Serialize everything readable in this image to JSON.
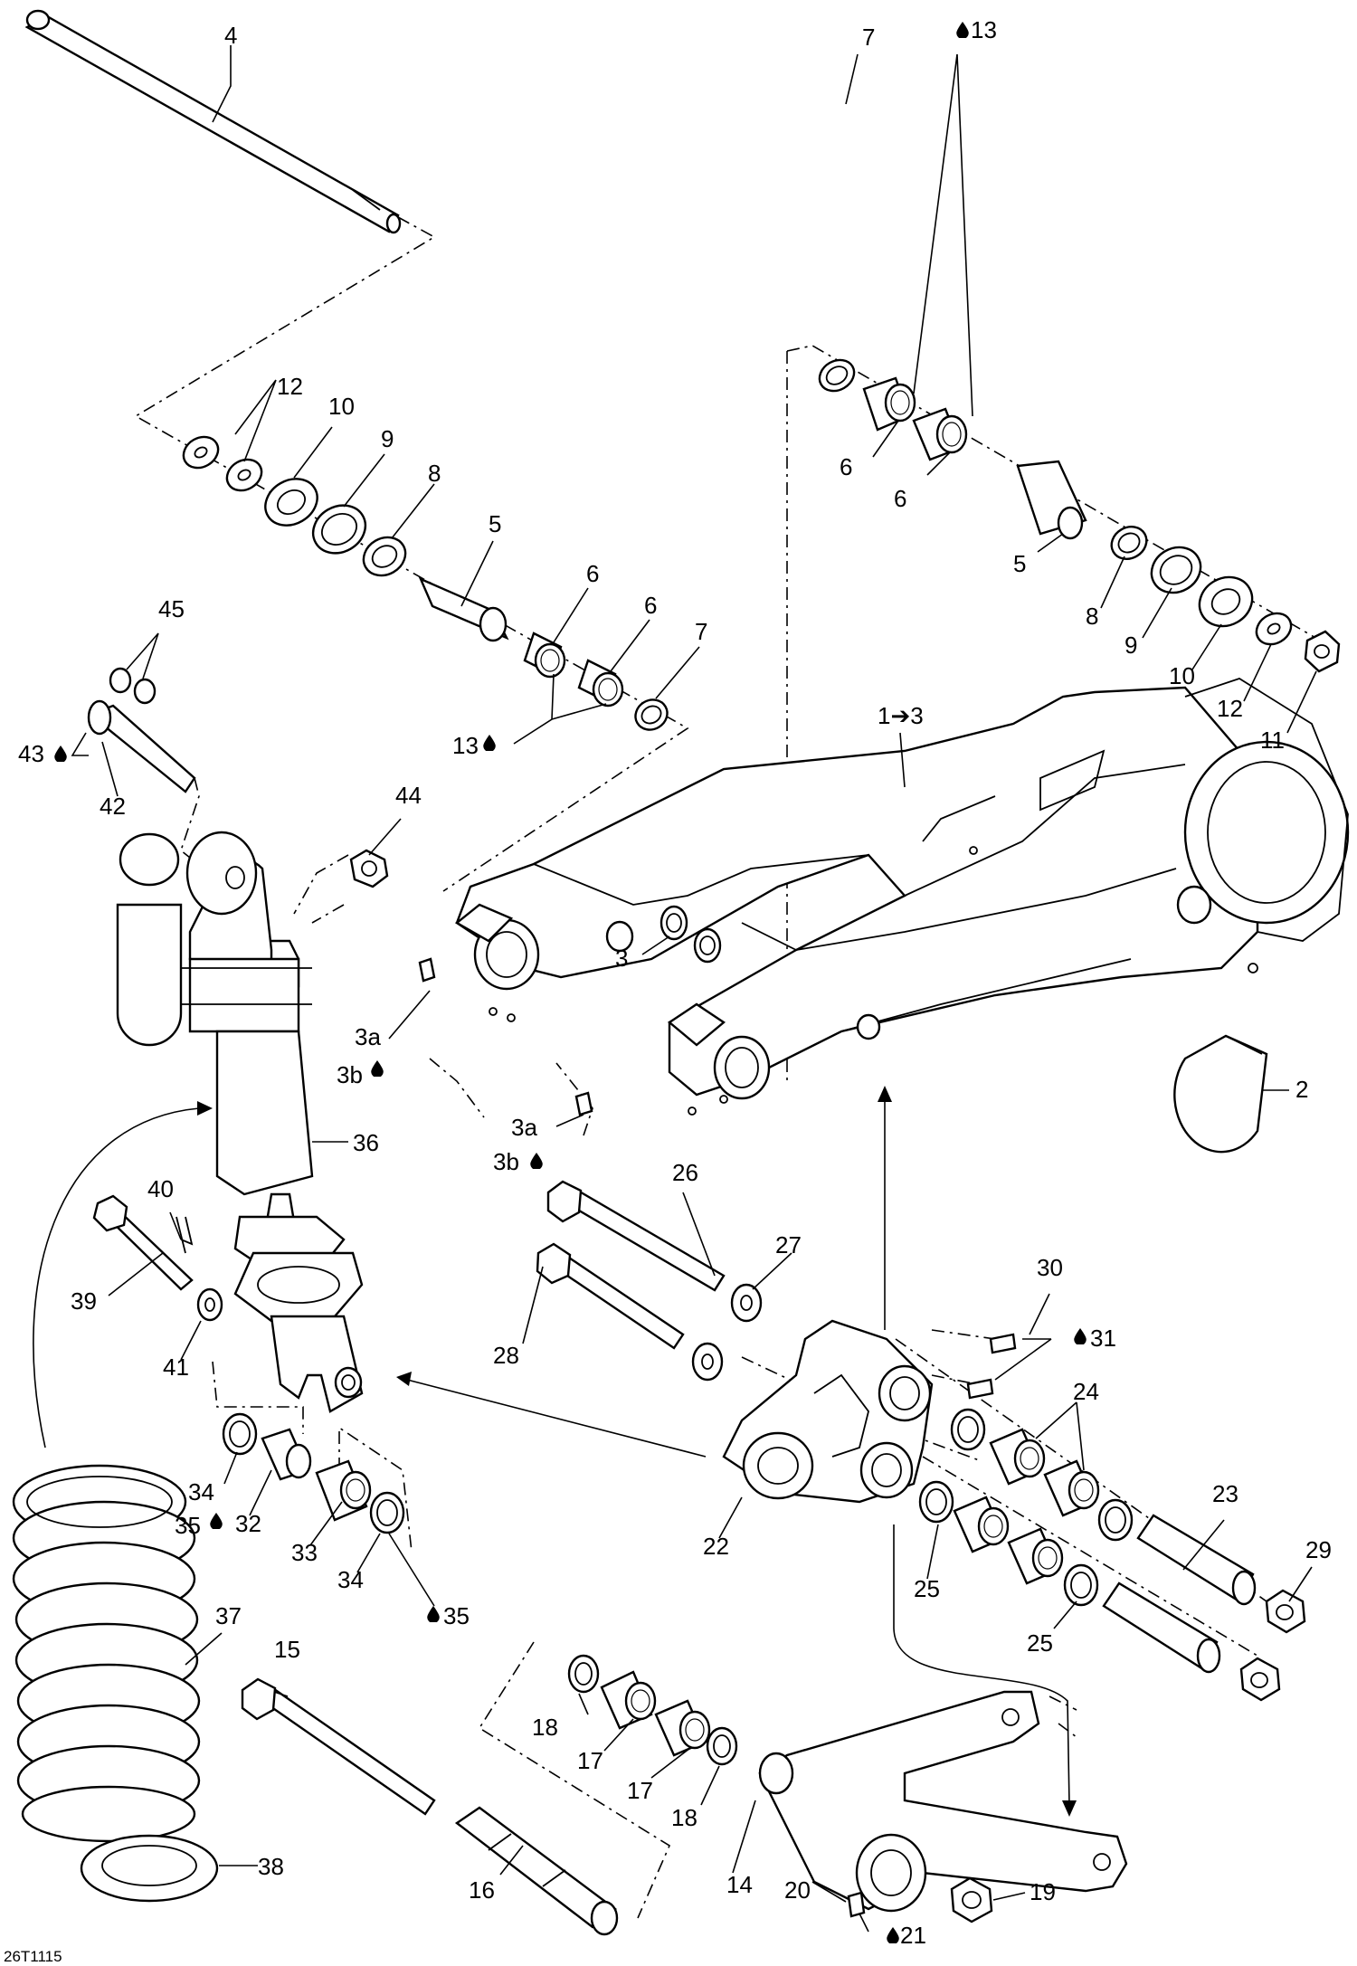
{
  "diagram_code": "26T1115",
  "callouts": [
    {
      "id": "c4",
      "text": "4"
    },
    {
      "id": "c12a",
      "text": "12"
    },
    {
      "id": "c10a",
      "text": "10"
    },
    {
      "id": "c9a",
      "text": "9"
    },
    {
      "id": "c8a",
      "text": "8"
    },
    {
      "id": "c5a",
      "text": "5"
    },
    {
      "id": "c6a",
      "text": "6"
    },
    {
      "id": "c6b",
      "text": "6"
    },
    {
      "id": "c7a",
      "text": "7"
    },
    {
      "id": "c13a",
      "text": "13"
    },
    {
      "id": "c45",
      "text": "45"
    },
    {
      "id": "c43",
      "text": "43"
    },
    {
      "id": "c42",
      "text": "42"
    },
    {
      "id": "c44",
      "text": "44"
    },
    {
      "id": "c7b",
      "text": "7"
    },
    {
      "id": "c13b",
      "text": "13"
    },
    {
      "id": "c6c",
      "text": "6"
    },
    {
      "id": "c6d",
      "text": "6"
    },
    {
      "id": "c5b",
      "text": "5"
    },
    {
      "id": "c8b",
      "text": "8"
    },
    {
      "id": "c9b",
      "text": "9"
    },
    {
      "id": "c10b",
      "text": "10"
    },
    {
      "id": "c12b",
      "text": "12"
    },
    {
      "id": "c11",
      "text": "11"
    },
    {
      "id": "c1to3",
      "text": "1➔3"
    },
    {
      "id": "c3",
      "text": "3"
    },
    {
      "id": "c3a1",
      "text": "3a"
    },
    {
      "id": "c3b1",
      "text": "3b"
    },
    {
      "id": "c3a2",
      "text": "3a"
    },
    {
      "id": "c3b2",
      "text": "3b"
    },
    {
      "id": "c2",
      "text": "2"
    },
    {
      "id": "c36",
      "text": "36"
    },
    {
      "id": "c40",
      "text": "40"
    },
    {
      "id": "c39",
      "text": "39"
    },
    {
      "id": "c41",
      "text": "41"
    },
    {
      "id": "c26",
      "text": "26"
    },
    {
      "id": "c27",
      "text": "27"
    },
    {
      "id": "c28",
      "text": "28"
    },
    {
      "id": "c30",
      "text": "30"
    },
    {
      "id": "c31",
      "text": "31"
    },
    {
      "id": "c24",
      "text": "24"
    },
    {
      "id": "c34a",
      "text": "34"
    },
    {
      "id": "c35a",
      "text": "35"
    },
    {
      "id": "c32",
      "text": "32"
    },
    {
      "id": "c33",
      "text": "33"
    },
    {
      "id": "c34b",
      "text": "34"
    },
    {
      "id": "c35b",
      "text": "35"
    },
    {
      "id": "c22",
      "text": "22"
    },
    {
      "id": "c25a",
      "text": "25"
    },
    {
      "id": "c23",
      "text": "23"
    },
    {
      "id": "c29",
      "text": "29"
    },
    {
      "id": "c25b",
      "text": "25"
    },
    {
      "id": "c37",
      "text": "37"
    },
    {
      "id": "c15",
      "text": "15"
    },
    {
      "id": "c18a",
      "text": "18"
    },
    {
      "id": "c17a",
      "text": "17"
    },
    {
      "id": "c17b",
      "text": "17"
    },
    {
      "id": "c18b",
      "text": "18"
    },
    {
      "id": "c38",
      "text": "38"
    },
    {
      "id": "c16",
      "text": "16"
    },
    {
      "id": "c14",
      "text": "14"
    },
    {
      "id": "c20",
      "text": "20"
    },
    {
      "id": "c21",
      "text": "21"
    },
    {
      "id": "c19",
      "text": "19"
    }
  ]
}
